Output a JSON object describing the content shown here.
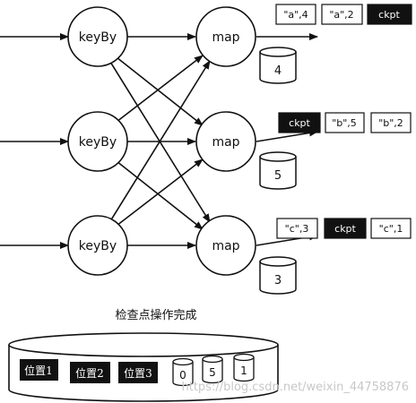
{
  "operators": {
    "keyby": [
      "keyBy",
      "keyBy",
      "keyBy"
    ],
    "map": [
      "map",
      "map",
      "map"
    ]
  },
  "states": [
    "4",
    "5",
    "3"
  ],
  "streams": [
    [
      "\"a\",4",
      "\"a\",2",
      "ckpt"
    ],
    [
      "ckpt",
      "\"b\",5",
      "\"b\",2"
    ],
    [
      "\"c\",3",
      "ckpt",
      "\"c\",1"
    ]
  ],
  "checkpoint": {
    "title": "检查点操作完成",
    "positions": [
      "位置1",
      "位置2",
      "位置3"
    ],
    "snapshot_values": [
      "0",
      "5",
      "1"
    ]
  },
  "watermark": "https://blog.csdn.net/weixin_44758876",
  "colors": {
    "ckpt_fill": "#111111",
    "line": "#111111"
  }
}
